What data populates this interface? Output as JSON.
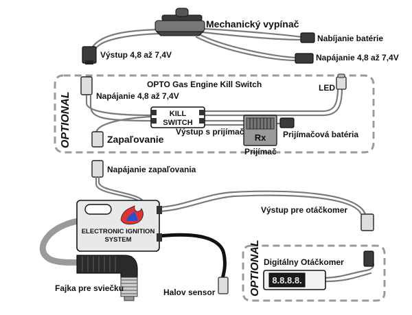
{
  "labels": {
    "mech_switch": "Mechanický vypínač",
    "charge": "Nabíjanie batérie",
    "power_out_right": "Napájanie 4,8 až 7,4V",
    "output_left": "Výstup 4,8 až 7,4V",
    "opto_title": "OPTO Gas Engine Kill Switch",
    "led": "LED",
    "kill_power": "Napájanie 4,8 až 7,4V",
    "kill_switch_line1": "KILL",
    "kill_switch_line2": "SWITCH",
    "output_receiver": "Výstup s prijímača",
    "ignition": "Zapaľovanie",
    "rx": "Rx",
    "receiver": "Prijímač",
    "receiver_battery": "Prijímačová batéria",
    "ignition_power": "Napájanie zapaľovania",
    "ecu_line1": "ELECTRONIC IGNITION",
    "ecu_line2": "SYSTEM",
    "tacho_out": "Výstup pre otáčkomer",
    "digital_tacho": "Digitálny Otáčkomer",
    "display": "8.8.8.8.",
    "spark_cap": "Fajka pre sviečku",
    "hall_sensor": "Halov sensor",
    "optional_1": "OPTIONAL",
    "optional_2": "OPTIONAL"
  },
  "colors": {
    "wire": "#7a7a7a",
    "dashed_border": "#9a9a9a",
    "display_bg": "#1a1a1a",
    "display_digits": "#e8e8e8",
    "hall_cable": "#111111",
    "spark_cable": "#9a9a9a"
  },
  "icons": [
    "toggle-switch-icon",
    "connector-plug-icon",
    "led-icon",
    "receiver-icon",
    "flame-logo-icon",
    "spark-plug-cap-icon"
  ]
}
